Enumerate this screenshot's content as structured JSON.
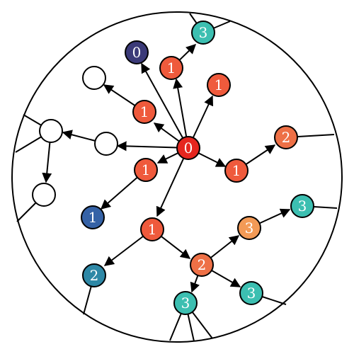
{
  "nodes": [
    {
      "id": "root",
      "label": "0",
      "fill": "#e5261f"
    },
    {
      "id": "n-up-1",
      "label": "1",
      "fill": "#ef5a3c"
    },
    {
      "id": "n-up-3",
      "label": "3",
      "fill": "#3cbfb1"
    },
    {
      "id": "n-top-0",
      "label": "0",
      "fill": "#3b3a78"
    },
    {
      "id": "n-right-up-1",
      "label": "1",
      "fill": "#ef5a3c"
    },
    {
      "id": "n-left-up-1",
      "label": "1",
      "fill": "#ef5a3c"
    },
    {
      "id": "n-empty-a",
      "label": "",
      "fill": "#ffffff"
    },
    {
      "id": "n-empty-b",
      "label": "",
      "fill": "#ffffff"
    },
    {
      "id": "n-empty-c",
      "label": "",
      "fill": "#ffffff"
    },
    {
      "id": "n-empty-d",
      "label": "",
      "fill": "#ffffff"
    },
    {
      "id": "n-right-1",
      "label": "1",
      "fill": "#ef5a3c"
    },
    {
      "id": "n-right-2",
      "label": "2",
      "fill": "#ee7046"
    },
    {
      "id": "n-left-1",
      "label": "1",
      "fill": "#ef5a3c"
    },
    {
      "id": "n-blue-1",
      "label": "1",
      "fill": "#3562a6"
    },
    {
      "id": "n-lower-1",
      "label": "1",
      "fill": "#ef5a3c"
    },
    {
      "id": "n-teal-2",
      "label": "2",
      "fill": "#2e88a6"
    },
    {
      "id": "n-mid-2",
      "label": "2",
      "fill": "#ee7046"
    },
    {
      "id": "n-orange-3",
      "label": "3",
      "fill": "#f39a56"
    },
    {
      "id": "n-teal-3-right",
      "label": "3",
      "fill": "#3cbfb1"
    },
    {
      "id": "n-teal-3-low",
      "label": "3",
      "fill": "#3cbfb1"
    },
    {
      "id": "n-teal-3-bottom",
      "label": "3",
      "fill": "#3cbfb1"
    }
  ]
}
